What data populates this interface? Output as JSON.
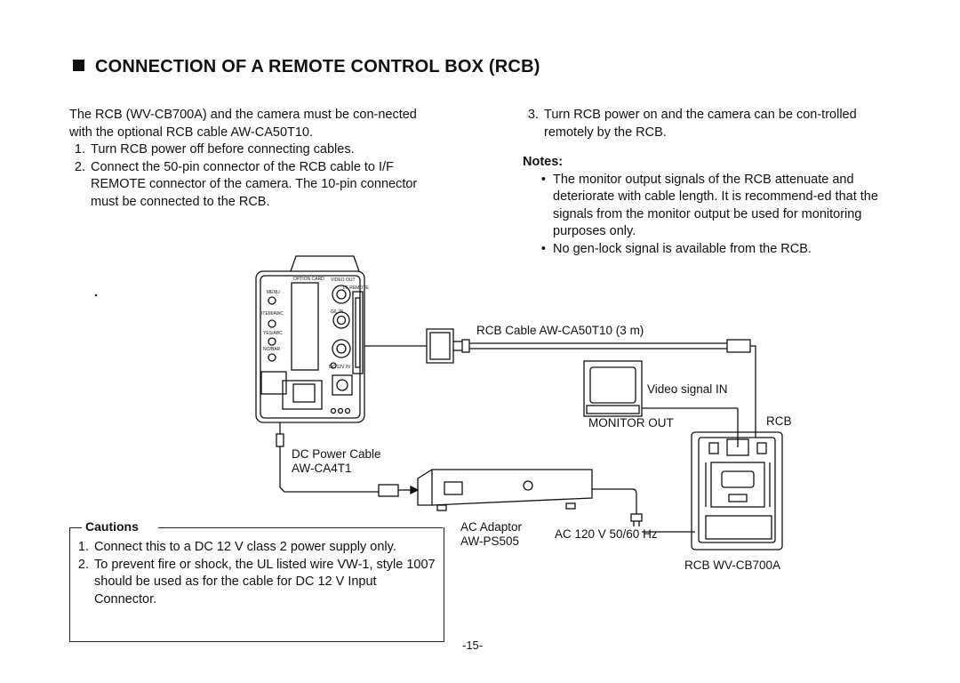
{
  "title": "CONNECTION OF A REMOTE CONTROL BOX (RCB)",
  "intro": "The RCB (WV-CB700A) and the camera must be con-nected with the optional RCB cable AW-CA50T10.",
  "steps": [
    {
      "num": "1.",
      "text": "Turn RCB power off before connecting cables."
    },
    {
      "num": "2.",
      "text": "Connect the 50-pin connector of the RCB cable to I/F REMOTE connector of the camera. The 10-pin connector must be connected to the RCB."
    },
    {
      "num": "3.",
      "text": "Turn RCB power on and the camera can be con-trolled remotely by the RCB."
    }
  ],
  "notes": {
    "heading": "Notes:",
    "items": [
      "The monitor output signals of the RCB attenuate and deteriorate with cable length. It is recommend-ed that the signals from the monitor output be used for monitoring purposes only.",
      "No gen-lock signal is available from the RCB."
    ]
  },
  "diagram": {
    "rcb_cable": "RCB Cable AW-CA50T10 (3 m)",
    "video_signal": "Video signal IN",
    "monitor_out": "MONITOR OUT",
    "rcb": "RCB",
    "dc_cable_1": "DC Power Cable",
    "dc_cable_2": "AW-CA4T1",
    "ac_adaptor_1": "AC Adaptor",
    "ac_adaptor_2": "AW-PS505",
    "ac_power": "AC 120 V 50/60 Hz",
    "rcb_model": "RCB WV-CB700A",
    "camera_labels": {
      "option_card": "OPTION CARD",
      "video_out": "VIDEO OUT",
      "if_remote": "I/F REMOTE",
      "menu": "MENU",
      "item_awc": "ITEM/AWC",
      "yes_abc": "YES/ABC",
      "no_bar": "NO/BAR",
      "gl_in": "G/L IN",
      "dc_in": "DC 12V IN"
    }
  },
  "cautions": {
    "heading": "Cautions",
    "items": [
      {
        "num": "1.",
        "text": "Connect this to a DC 12 V class 2 power supply only."
      },
      {
        "num": "2.",
        "text": "To prevent fire or shock, the UL listed wire VW-1, style 1007 should be used as for the cable for DC 12 V Input Connector."
      }
    ]
  },
  "page_number": "-15-"
}
